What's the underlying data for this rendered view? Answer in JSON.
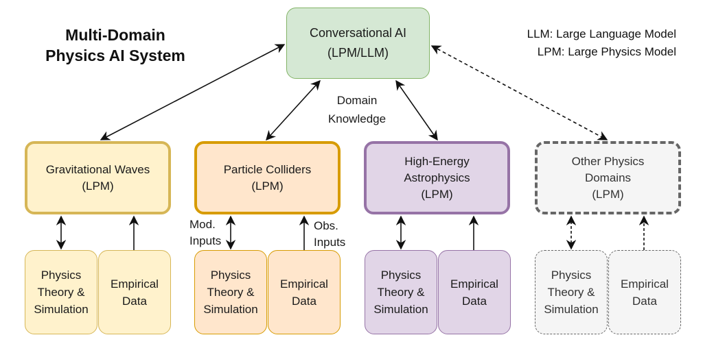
{
  "title": {
    "line1": "Multi-Domain",
    "line2": "Physics AI System"
  },
  "legend": {
    "line1": "LLM: Large Language Model",
    "line2": "LPM: Large Physics Model"
  },
  "central": {
    "line1": "Conversational AI",
    "line2": "(LPM/LLM)",
    "colors": {
      "fill": "#d5e8d4",
      "stroke": "#82b366"
    }
  },
  "edge_labels": {
    "domain_knowledge_1": "Domain",
    "domain_knowledge_2": "Knowledge",
    "mod_inputs_1": "Mod.",
    "mod_inputs_2": "Inputs",
    "obs_inputs_1": "Obs.",
    "obs_inputs_2": "Inputs"
  },
  "domains": [
    {
      "id": "gravitational-waves",
      "lines": [
        "Gravitational Waves",
        "(LPM)"
      ],
      "colors": {
        "fill": "#fff2cc",
        "stroke": "#d6b656"
      },
      "style": "solid",
      "children": [
        {
          "lines": [
            "Physics",
            "Theory &",
            "Simulation"
          ]
        },
        {
          "lines": [
            "Empirical",
            "Data"
          ]
        }
      ]
    },
    {
      "id": "particle-colliders",
      "lines": [
        "Particle Colliders",
        "(LPM)"
      ],
      "colors": {
        "fill": "#ffe6cc",
        "stroke": "#d79b00"
      },
      "style": "solid",
      "children": [
        {
          "lines": [
            "Physics",
            "Theory &",
            "Simulation"
          ]
        },
        {
          "lines": [
            "Empirical",
            "Data"
          ]
        }
      ]
    },
    {
      "id": "high-energy-astrophysics",
      "lines": [
        "High-Energy",
        "Astrophysics",
        "(LPM)"
      ],
      "colors": {
        "fill": "#e1d5e7",
        "stroke": "#9673a6"
      },
      "style": "solid",
      "children": [
        {
          "lines": [
            "Physics",
            "Theory &",
            "Simulation"
          ]
        },
        {
          "lines": [
            "Empirical",
            "Data"
          ]
        }
      ]
    },
    {
      "id": "other-physics-domains",
      "lines": [
        "Other Physics",
        "Domains",
        "(LPM)"
      ],
      "colors": {
        "fill": "#f5f5f5",
        "stroke": "#666666"
      },
      "style": "dashed",
      "children": [
        {
          "lines": [
            "Physics",
            "Theory &",
            "Simulation"
          ]
        },
        {
          "lines": [
            "Empirical",
            "Data"
          ]
        }
      ]
    }
  ],
  "edges": [
    {
      "from": "conversational-ai",
      "to": "gravitational-waves",
      "type": "bidirectional",
      "style": "solid"
    },
    {
      "from": "conversational-ai",
      "to": "particle-colliders",
      "type": "bidirectional",
      "style": "solid",
      "label": "Domain Knowledge"
    },
    {
      "from": "conversational-ai",
      "to": "high-energy-astrophysics",
      "type": "bidirectional",
      "style": "solid"
    },
    {
      "from": "conversational-ai",
      "to": "other-physics-domains",
      "type": "bidirectional",
      "style": "dashed"
    },
    {
      "from": "physics-theory-simulation",
      "to": "domain",
      "type": "bidirectional",
      "label": "Mod. Inputs"
    },
    {
      "from": "empirical-data",
      "to": "domain",
      "type": "unidirectional",
      "label": "Obs. Inputs"
    }
  ]
}
